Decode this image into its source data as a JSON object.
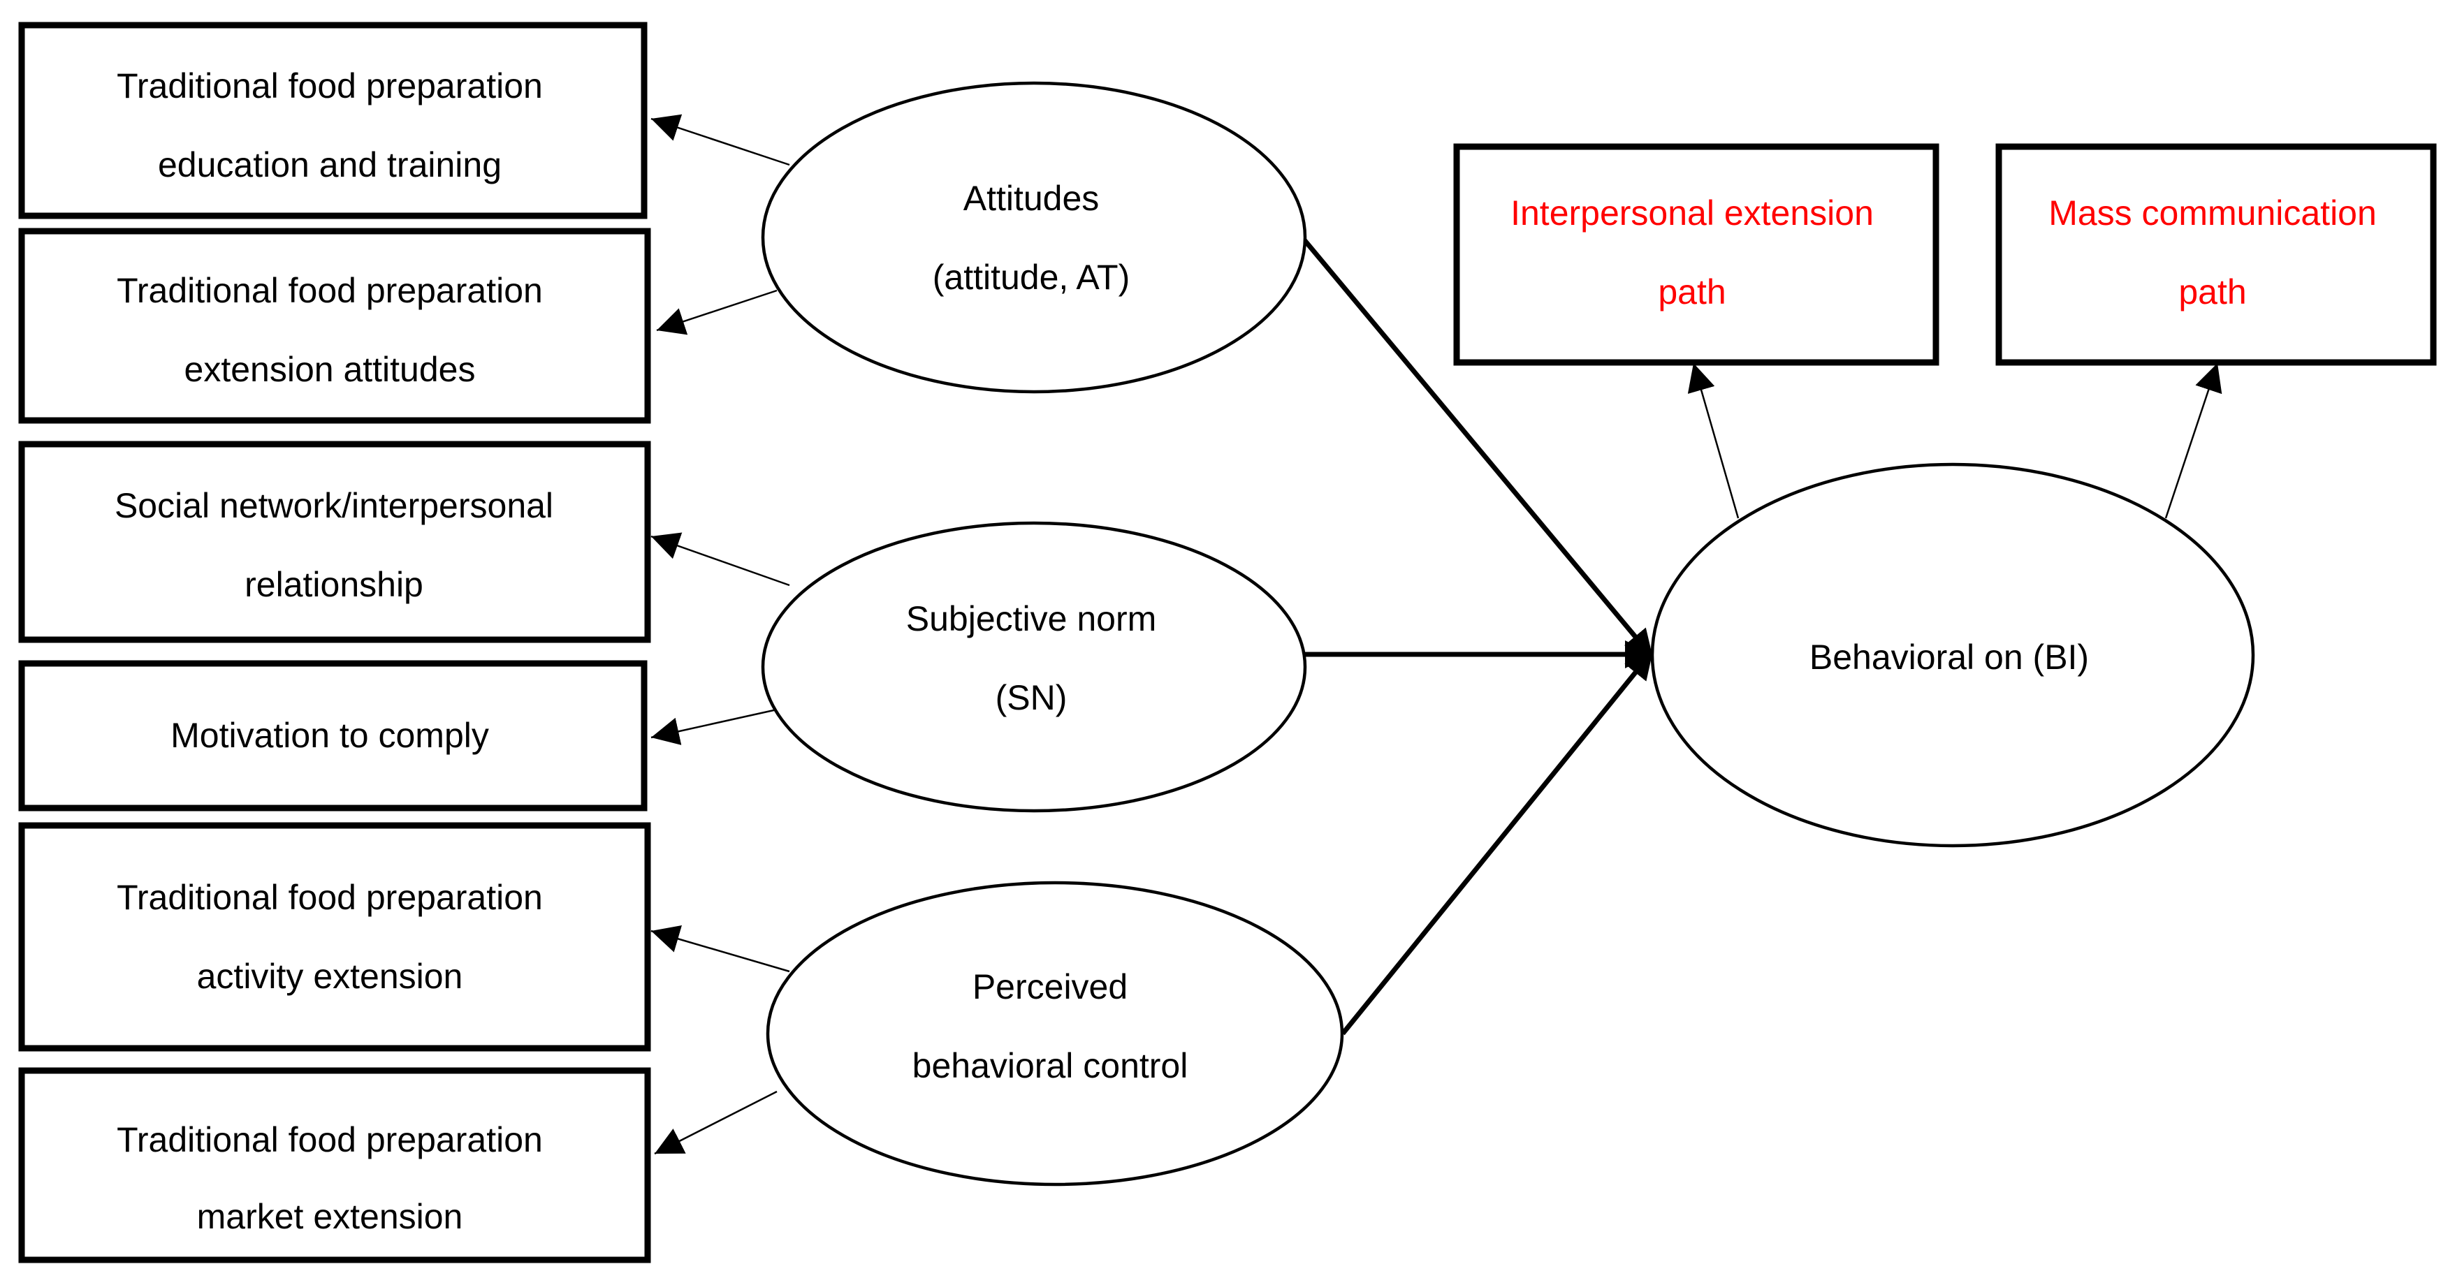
{
  "colors": {
    "stroke": "#000000",
    "background": "#ffffff",
    "highlight_text": "#ff0000"
  },
  "indicators": {
    "education_training": [
      "Traditional food preparation",
      "education and training"
    ],
    "extension_attitudes": [
      "Traditional food preparation",
      "extension attitudes"
    ],
    "social_network": [
      "Social network/interpersonal",
      "relationship"
    ],
    "motivation": [
      "Motivation to comply"
    ],
    "activity_extension": [
      "Traditional food preparation",
      "activity extension"
    ],
    "market_extension": [
      "Traditional food preparation",
      "market extension"
    ]
  },
  "constructs": {
    "attitudes": [
      "Attitudes",
      "(attitude, AT)"
    ],
    "subjective_norm": [
      "Subjective norm",
      "(SN)"
    ],
    "perceived_control": [
      "Perceived",
      "behavioral control"
    ],
    "behavioral": [
      "Behavioral on (BI)"
    ]
  },
  "paths": {
    "interpersonal": [
      "Interpersonal extension",
      "path"
    ],
    "mass_communication": [
      "Mass communication",
      "path"
    ]
  }
}
